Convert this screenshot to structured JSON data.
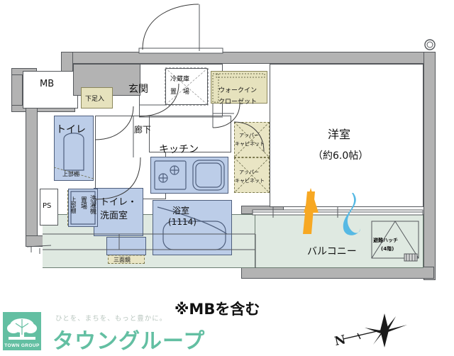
{
  "plan": {
    "rooms": [
      {
        "key": "mb",
        "label": "MB"
      },
      {
        "key": "genkan",
        "label": "玄関"
      },
      {
        "key": "geso",
        "label": "下足入"
      },
      {
        "key": "toilet",
        "label": "トイレ"
      },
      {
        "key": "rouka",
        "label": "廊下"
      },
      {
        "key": "reizouko",
        "label": "冷蔵庫\n置　場"
      },
      {
        "key": "reizouko_l1",
        "label": "冷蔵庫"
      },
      {
        "key": "reizouko_l2",
        "label": "置　場"
      },
      {
        "key": "wic_l1",
        "label": "ウォークイン"
      },
      {
        "key": "wic_l2",
        "label": "クローゼット"
      },
      {
        "key": "kitchen",
        "label": "キッチン"
      },
      {
        "key": "upper_cab1_l1",
        "label": "アッパー"
      },
      {
        "key": "upper_cab1_l2",
        "label": "キャビネット"
      },
      {
        "key": "upper_cab2_l1",
        "label": "アッパー"
      },
      {
        "key": "upper_cab2_l2",
        "label": "キャビネット"
      },
      {
        "key": "youshitsu",
        "label": "洋室"
      },
      {
        "key": "youshitsu_size",
        "label": "（約6.0帖）"
      },
      {
        "key": "toilet_senmen_l1",
        "label": "トイレ・"
      },
      {
        "key": "toilet_senmen_l2",
        "label": "洗面室"
      },
      {
        "key": "yokushitsu",
        "label": "浴室"
      },
      {
        "key": "yokushitsu_size",
        "label": "(1114)"
      },
      {
        "key": "balcony",
        "label": "バルコニー"
      },
      {
        "key": "hatch_l1",
        "label": "避難ハッチ"
      },
      {
        "key": "hatch_l2",
        "label": "(4階)"
      },
      {
        "key": "ps",
        "label": "PS"
      },
      {
        "key": "joubu_dana_1",
        "label": "上部棚"
      },
      {
        "key": "joubu_dana_2",
        "label": "上部棚"
      },
      {
        "key": "sentakuki",
        "label": "洗濯機"
      },
      {
        "key": "okiba",
        "label": "置場"
      },
      {
        "key": "sanmenkyou",
        "label": "三面鏡"
      }
    ],
    "note": "※MBを含む",
    "compass_label": "N"
  },
  "branding": {
    "logo_caption": "TOWN GROUP",
    "tagline": "ひとを、まちを、もっと豊かに。",
    "brand_name": "タウングループ"
  },
  "colors": {
    "wall": "#b3b3b3",
    "wet_area": "#bccde8",
    "storage": "#e6e2bd",
    "balcony": "#dfe9e1",
    "brand_green": "#63bfa2",
    "arrow_orange": "#f7a823",
    "arrow_blue": "#56b9e4"
  }
}
